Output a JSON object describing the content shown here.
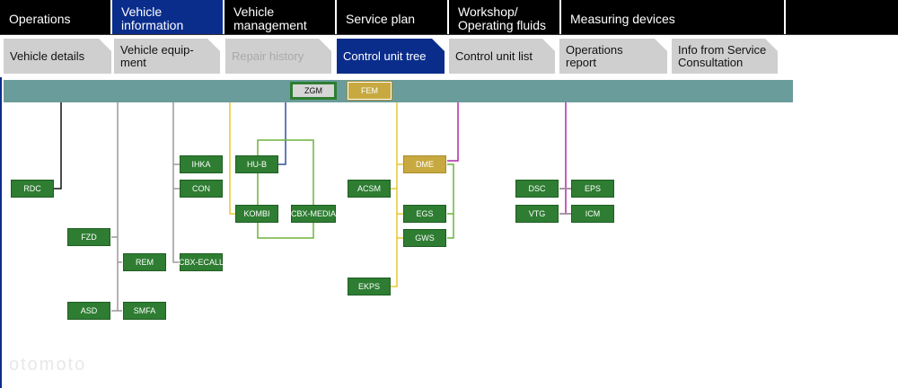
{
  "top_tabs": [
    {
      "label": "Operations"
    },
    {
      "label": "Vehicle information",
      "active": true
    },
    {
      "label": "Vehicle management"
    },
    {
      "label": "Service plan"
    },
    {
      "label": "Workshop/ Operating fluids"
    },
    {
      "label": "Measuring devices"
    }
  ],
  "sub_tabs": [
    {
      "label": "Vehicle details"
    },
    {
      "label": "Vehicle equip- ment"
    },
    {
      "label": "Repair history",
      "disabled": true
    },
    {
      "label": "Control unit tree",
      "active": true
    },
    {
      "label": "Control unit list"
    },
    {
      "label": "Operations report"
    },
    {
      "label": "Info from Service Consultation"
    }
  ],
  "gateways": {
    "zgm": "ZGM",
    "fem": "FEM"
  },
  "control_units": {
    "rdc": "RDC",
    "fzd": "FZD",
    "asd": "ASD",
    "rem": "REM",
    "smfa": "SMFA",
    "ihka": "IHKA",
    "con": "CON",
    "cbx_ecall": "CBX-ECALL",
    "hu_b": "HU-B",
    "kombi": "KOMBI",
    "cbx_media": "CBX-MEDIA",
    "acsm": "ACSM",
    "ekps": "EKPS",
    "dme": "DME",
    "egs": "EGS",
    "gws": "GWS",
    "dsc": "DSC",
    "vtg": "VTG",
    "eps": "EPS",
    "icm": "ICM"
  },
  "watermark": "otomoto",
  "colors": {
    "accent": "#0a2d8c",
    "ecu_green": "#2e7d32",
    "ecu_gold": "#c7a93f",
    "bus_band": "#6b9c9c",
    "tab_gray": "#cfcfcf"
  }
}
